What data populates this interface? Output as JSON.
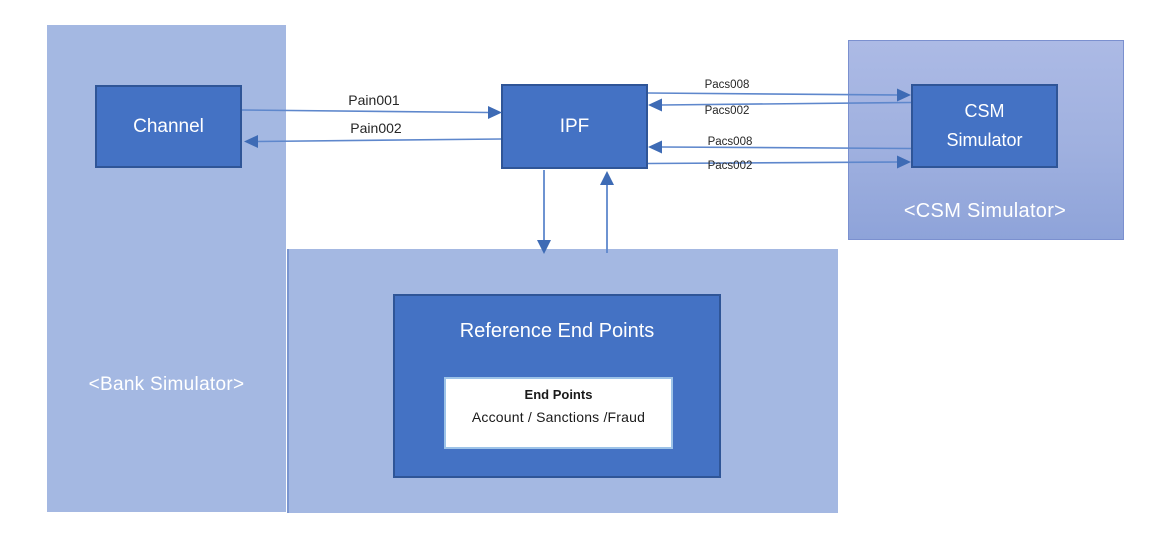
{
  "diagram": {
    "bank_simulator": {
      "caption": "<Bank Simulator>",
      "channel_label": "Channel"
    },
    "ipf_label": "IPF",
    "csm_simulator": {
      "caption": "<CSM Simulator>",
      "box_label": "CSM\nSimulator"
    },
    "reference": {
      "title": "Reference End Points",
      "endpoints_title": "End Points",
      "endpoints_items": "Account / Sanctions /Fraud"
    },
    "flows": {
      "pain001": "Pain001",
      "pain002": "Pain002",
      "pacs008_to_csm": "Pacs008",
      "pacs002_from_csm": "Pacs002",
      "pacs008_from_csm": "Pacs008",
      "pacs002_to_csm": "Pacs002"
    }
  },
  "colors": {
    "box_fill": "#4472c4",
    "box_border": "#2f5597",
    "container_fill": "#a4b8e2",
    "csm_gradient_top": "#acbae5",
    "csm_gradient_bottom": "#8ea3d9",
    "white_panel_border": "#9dc3e8",
    "connector_line": "#5e87cc",
    "arrowhead": "#3e6bb5",
    "flow_label_text": "#262626",
    "box_text": "#ffffff"
  }
}
